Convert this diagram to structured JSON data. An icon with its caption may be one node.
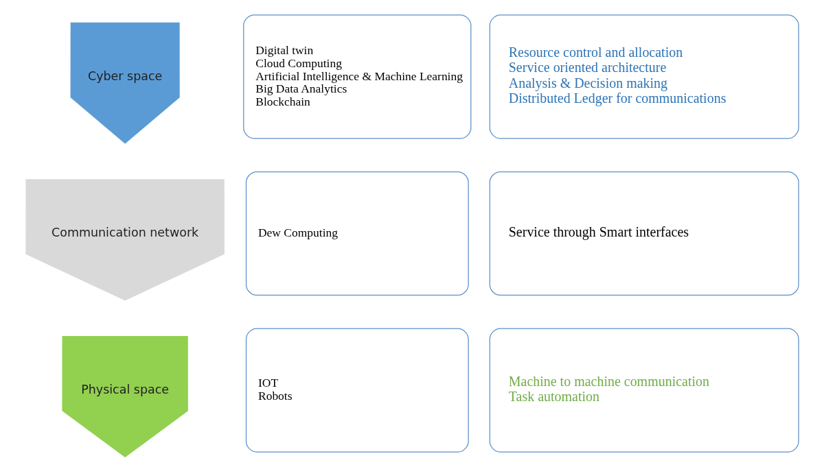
{
  "diagram": {
    "nodes": [
      {
        "text": [
          "Cyber space"
        ]
      },
      {
        "text": [
          "Digital twin",
          "Cloud Computing",
          "Artificial Intelligence & Machine Learning",
          "Big Data Analytics",
          "Blockchain"
        ]
      },
      {
        "text": [
          "Resource control and allocation",
          "Service oriented architecture",
          "Analysis & Decision making",
          "Distributed Ledger for communications"
        ]
      },
      {
        "text": [
          "Communication network"
        ]
      },
      {
        "text": [
          "Dew Computing"
        ]
      },
      {
        "text": [
          "Service through Smart interfaces"
        ]
      },
      {
        "text": [
          "Physical space"
        ]
      },
      {
        "text": [
          "IOT",
          "Robots"
        ]
      },
      {
        "text": [
          "Machine to machine communication",
          "Task automation"
        ]
      }
    ],
    "edges": []
  }
}
